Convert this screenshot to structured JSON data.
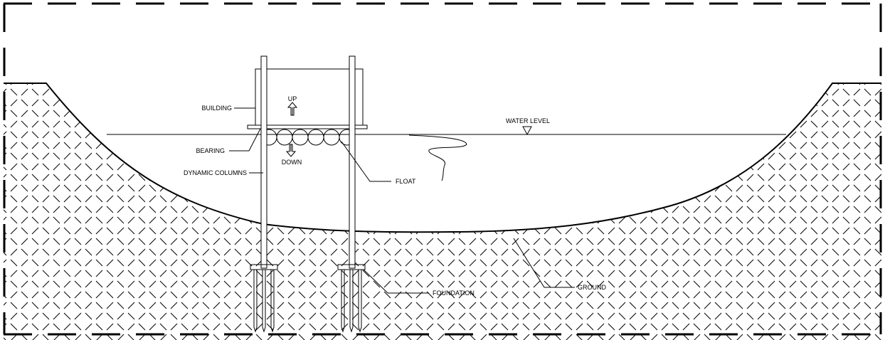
{
  "labels": {
    "building": "BUILDING",
    "bearing": "BEARING",
    "dynamic_columns": "DYNAMIC COLUMNS",
    "up": "UP",
    "down": "DOWN",
    "float": "FLOAT",
    "water_level": "WATER LEVEL",
    "foundation": "FOUNDATION",
    "ground": "GROUND"
  },
  "colors": {
    "line": "#000000",
    "background": "#ffffff"
  }
}
